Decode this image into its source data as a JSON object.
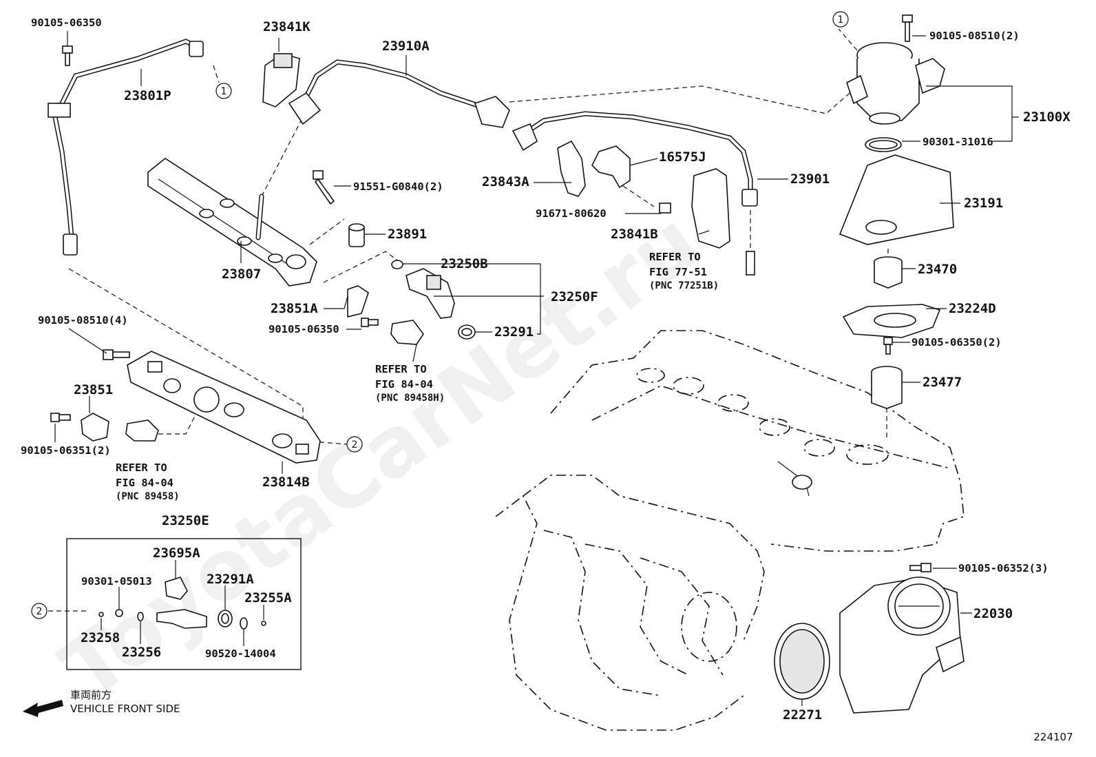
{
  "watermark": "ToyotaCarNet.ru",
  "figure_code": "224107",
  "callouts": {
    "c1_top_mid": "1",
    "c1_top_right": "1",
    "c2_right_of_rail": "2",
    "c2_inset": "2"
  },
  "parts": {
    "p90105_06350_top": "90105-06350",
    "p23801P": "23801P",
    "p23841K": "23841K",
    "p23910A": "23910A",
    "p90105_08510_2": "90105-08510(2)",
    "p23100X": "23100X",
    "p90301_31016": "90301-31016",
    "p16575J": "16575J",
    "p23901": "23901",
    "p23843A": "23843A",
    "p91671_80620": "91671-80620",
    "p23841B": "23841B",
    "p23191": "23191",
    "p91551_G0840_2": "91551-G0840(2)",
    "p23891": "23891",
    "p23807": "23807",
    "p23250B": "23250B",
    "p23250F": "23250F",
    "p23291": "23291",
    "p23851A": "23851A",
    "p90105_06350_mid": "90105-06350",
    "p23470": "23470",
    "p23224D": "23224D",
    "p90105_06350_2": "90105-06350(2)",
    "p23477": "23477",
    "p90105_08510_4": "90105-08510(4)",
    "p23851": "23851",
    "p90105_06351_2": "90105-06351(2)",
    "p23814B": "23814B",
    "p23250E": "23250E",
    "p23695A": "23695A",
    "p90301_05013": "90301-05013",
    "p23291A": "23291A",
    "p23255A": "23255A",
    "p23258": "23258",
    "p23256": "23256",
    "p90520_14004": "90520-14004",
    "p90105_06352_3": "90105-06352(3)",
    "p22030": "22030",
    "p22271": "22271"
  },
  "refs": {
    "ref_77_51": {
      "l1": "REFER TO",
      "l2": "FIG 77-51",
      "l3": "(PNC 77251B)"
    },
    "ref_84_04_h": {
      "l1": "REFER TO",
      "l2": "FIG 84-04",
      "l3": "(PNC 89458H)"
    },
    "ref_84_04": {
      "l1": "REFER TO",
      "l2": "FIG 84-04",
      "l3": "(PNC 89458)"
    }
  },
  "direction": {
    "japanese": "車両前方",
    "english": "VEHICLE FRONT SIDE"
  }
}
